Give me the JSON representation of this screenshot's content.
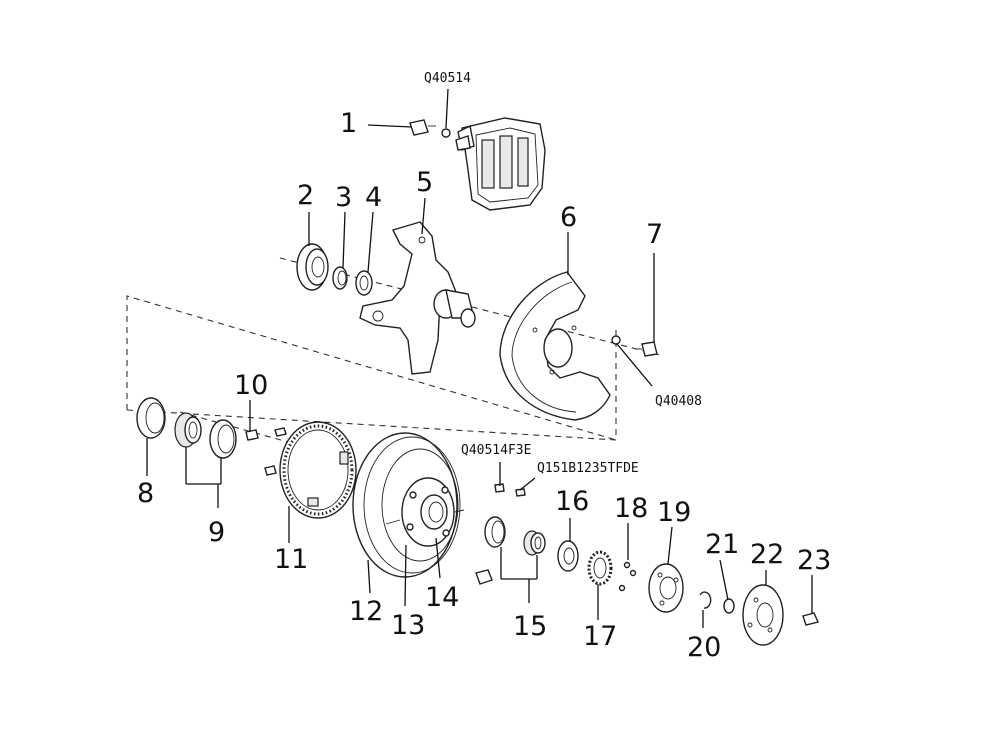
{
  "callouts": [
    {
      "id": "1",
      "text": "1"
    },
    {
      "id": "2",
      "text": "2"
    },
    {
      "id": "3",
      "text": "3"
    },
    {
      "id": "4",
      "text": "4"
    },
    {
      "id": "5",
      "text": "5"
    },
    {
      "id": "6",
      "text": "6"
    },
    {
      "id": "7",
      "text": "7"
    },
    {
      "id": "8",
      "text": "8"
    },
    {
      "id": "9",
      "text": "9"
    },
    {
      "id": "10",
      "text": "10"
    },
    {
      "id": "11",
      "text": "11"
    },
    {
      "id": "12",
      "text": "12"
    },
    {
      "id": "13",
      "text": "13"
    },
    {
      "id": "14",
      "text": "14"
    },
    {
      "id": "15",
      "text": "15"
    },
    {
      "id": "16",
      "text": "16"
    },
    {
      "id": "17",
      "text": "17"
    },
    {
      "id": "18",
      "text": "18"
    },
    {
      "id": "19",
      "text": "19"
    },
    {
      "id": "20",
      "text": "20"
    },
    {
      "id": "21",
      "text": "21"
    },
    {
      "id": "22",
      "text": "22"
    },
    {
      "id": "23",
      "text": "23"
    }
  ],
  "part_codes": {
    "code_a": "Q40514",
    "code_b": "Q40408",
    "code_c": "Q40514F3E",
    "code_d": "Q151B1235TFDE"
  }
}
